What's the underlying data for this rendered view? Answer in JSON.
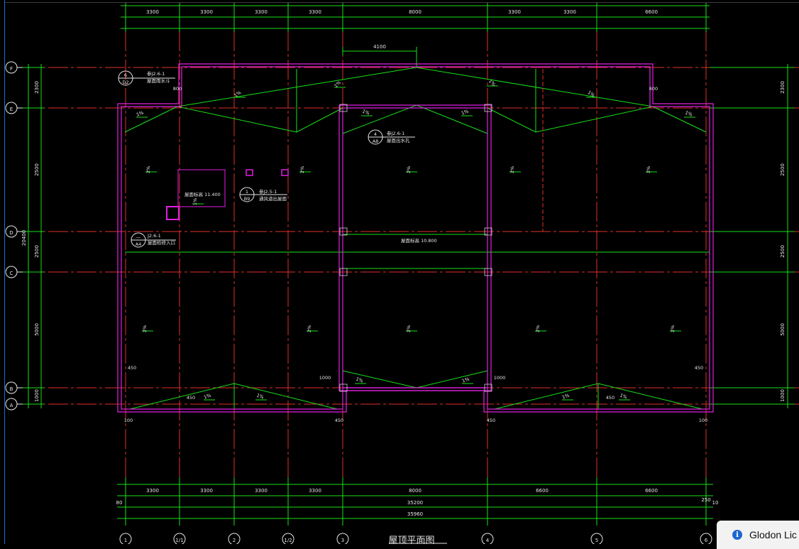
{
  "colors": {
    "background": "#000000",
    "axis_line": "#e0302a",
    "green": "#18e018",
    "magenta": "#e020e0",
    "text": "#e6e6e6",
    "bubble": "#e6e6e6"
  },
  "drawing": {
    "title": "屋顶平面图",
    "axes_letters": [
      "F",
      "E",
      "D",
      "C",
      "B",
      "A"
    ],
    "axes_numbers": [
      "1",
      "1/1",
      "2",
      "1/2",
      "3",
      "4",
      "5",
      "6"
    ],
    "top_dims": [
      "3300",
      "3300",
      "3300",
      "3300",
      "8000",
      "3300",
      "3300",
      "6600"
    ],
    "bottom_dims": [
      "3300",
      "3300",
      "3300",
      "3300",
      "8000",
      "6600",
      "6600"
    ],
    "bottom_total_inner": "35200",
    "bottom_total_outer": "35960",
    "left_total": "20400",
    "left_dims": [
      "2300",
      "2500",
      "2500",
      "5000",
      "1000"
    ],
    "right_dims": [
      "2300",
      "2500",
      "2500",
      "5000",
      "1000"
    ],
    "top_dim_4100": "4100",
    "slopes": [
      "1%",
      "2%"
    ],
    "notes": {
      "note_a_ref": "参J2.6-1",
      "note_a_txt": "屋面雨水斗",
      "note_b_ref": "参J2.6-1",
      "note_b_txt": "屋面出水孔",
      "note_c_ref": "参J2.5-1",
      "note_c_txt": "通风道出屋面",
      "note_d_ref": "J2.6-1",
      "note_d_txt": "屋面检修入口",
      "elev_1": "屋面标高 11.400",
      "elev_2": "屋面标高 10.800",
      "bubble_a_top": "6",
      "bubble_a_bot": "D2",
      "bubble_b_top": "4",
      "bubble_b_bot": "A8",
      "bubble_c_top": "1",
      "bubble_c_bot": "B9",
      "bubble_d_top": "—",
      "bubble_d_bot": "A4"
    },
    "small_dims": [
      "800",
      "250",
      "450",
      "1000",
      "100",
      "80",
      "10"
    ]
  },
  "popup": {
    "text": "Glodon Lic",
    "icon": "info-icon"
  }
}
